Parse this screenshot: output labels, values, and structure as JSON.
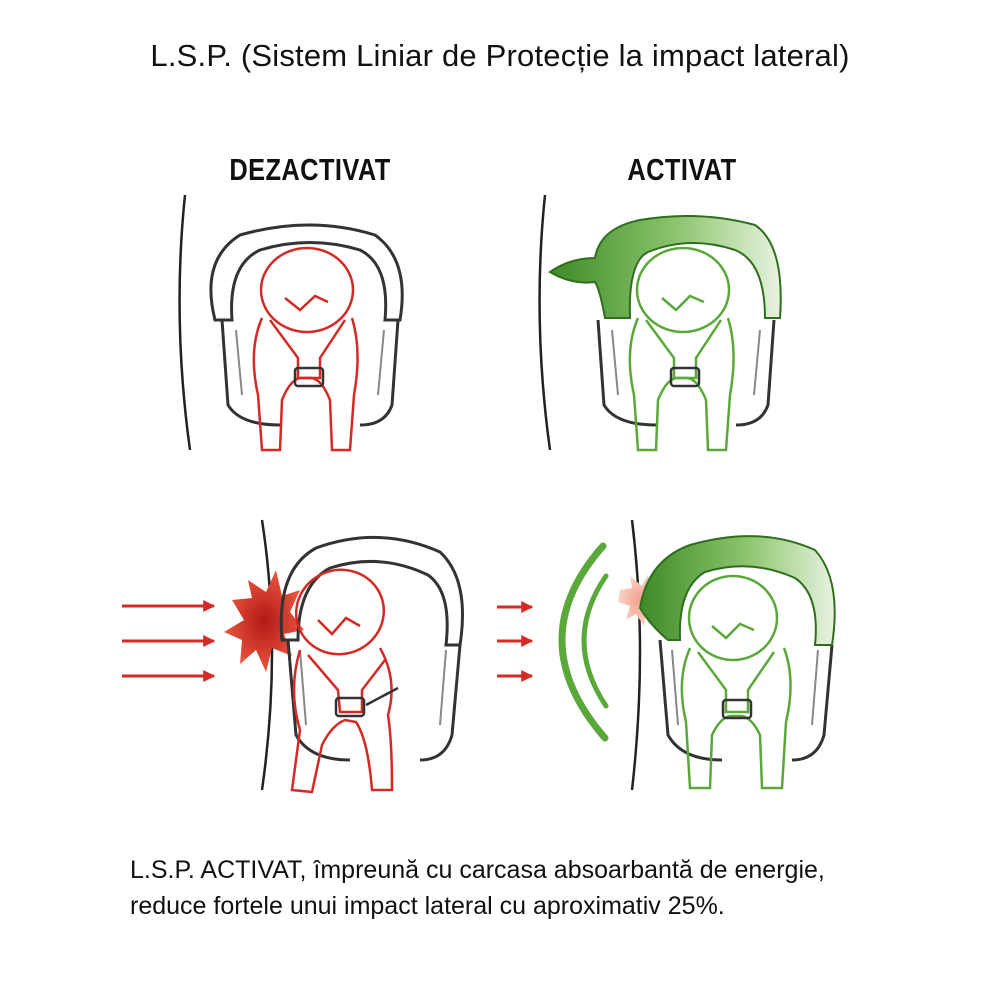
{
  "title": "L.S.P. (Sistem Liniar de Protecție la impact lateral)",
  "labels": {
    "off": "DEZACTIVAT",
    "on": "ACTIVAT"
  },
  "caption": {
    "line1": "L.S.P. ACTIVAT, împreună cu carcasa absoarbantă de energie,",
    "line2": "reduce fortele unui impact lateral cu aproximativ 25%."
  },
  "colors": {
    "red": "#d42a25",
    "green": "#5aa83a",
    "dark_green": "#3f8a2a",
    "seat": "#333333"
  }
}
